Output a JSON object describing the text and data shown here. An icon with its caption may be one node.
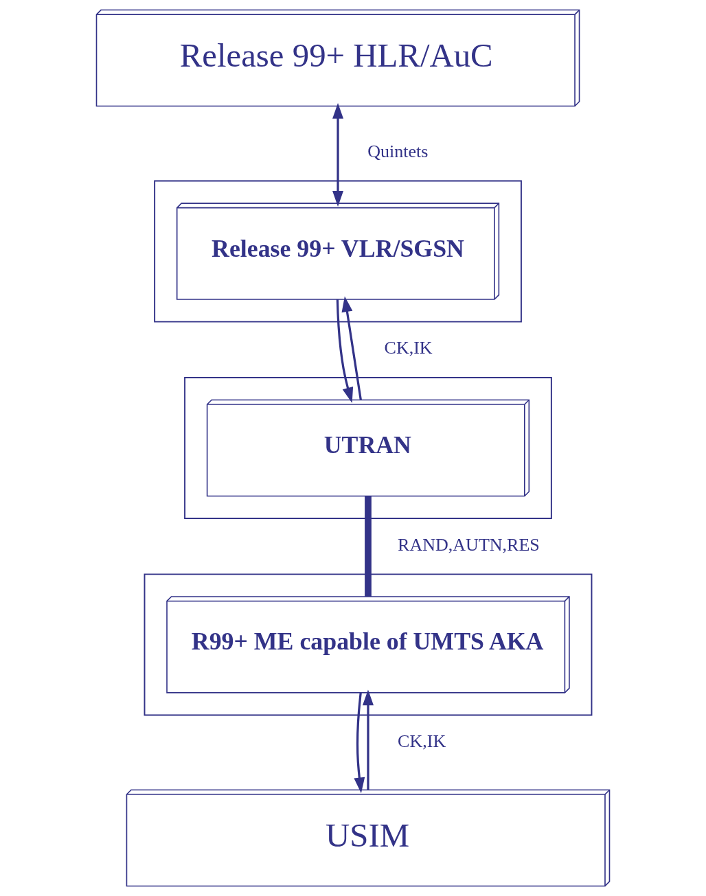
{
  "diagram": {
    "nodes": [
      {
        "text": [
          "Release 99+ HLR/AuC"
        ]
      },
      {
        "text": [],
        "shape": "parallelogram"
      },
      {
        "text": [
          "Release 99+ VLR/SGSN"
        ],
        "in": 1
      },
      {
        "text": [],
        "shape": "parallelogram"
      },
      {
        "text": [
          "UTRAN"
        ],
        "in": 3
      },
      {
        "text": [],
        "shape": "parallelogram"
      },
      {
        "text": [
          "R99+ ME capable of UMTS AKA"
        ],
        "in": 5
      },
      {
        "text": [
          "USIM"
        ]
      }
    ],
    "edges": [
      {
        "from": 0,
        "to": 2,
        "arrow": "both",
        "label": "Quintets"
      },
      {
        "from": 2,
        "to": 4,
        "arrow": "to"
      },
      {
        "from": 4,
        "to": 2,
        "arrow": "to",
        "label": "CK,IK"
      },
      {
        "from": 4,
        "to": 6,
        "arrow": "none",
        "style": "thick",
        "label": "RAND,AUTN,RES"
      },
      {
        "from": 6,
        "to": 7,
        "arrow": "to"
      },
      {
        "from": 7,
        "to": 6,
        "arrow": "to",
        "label": "CK,IK"
      }
    ]
  }
}
